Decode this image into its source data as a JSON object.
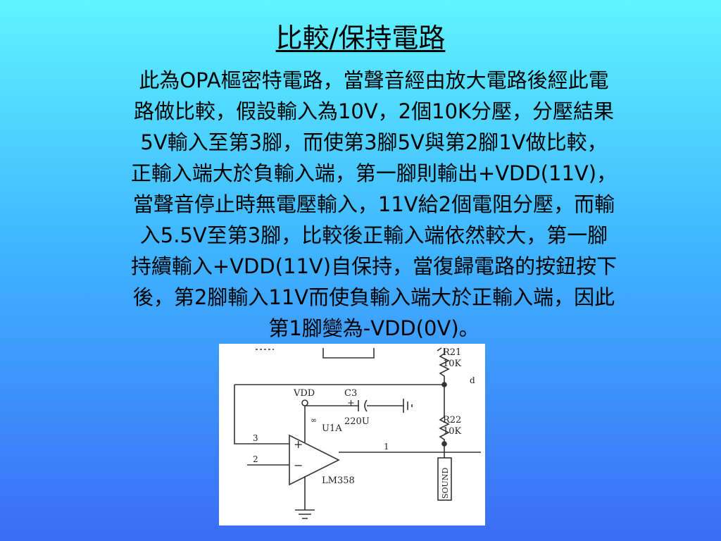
{
  "slide": {
    "title": "比較/保持電路",
    "body_lines": [
      "此為OPA樞密特電路，當聲音經由放大電路後經此電",
      "路做比較，假設輸入為10V，2個10K分壓，分壓結果",
      "5V輸入至第3腳，而使第3腳5V與第2腳1V做比較，",
      "正輸入端大於負輸入端，第一腳則輸出+VDD(11V)，",
      "當聲音停止時無電壓輸入，11V給2個電阻分壓，而輸",
      "入5.5V至第3腳，比較後正輸入端依然較大，第一腳",
      "持續輸入+VDD(11V)自保持，當復歸電路的按鈕按下",
      "後，第2腳輸入11V而使負輸入端大於正輸入端，因此",
      "第1腳變為-VDD(0V)。"
    ]
  },
  "circuit": {
    "r21_name": "R21",
    "r21_value": "10K",
    "r22_name": "R22",
    "r22_value": "10K",
    "vdd_label": "VDD",
    "cap_name": "C3",
    "cap_plus": "+",
    "cap_value": "220U",
    "opamp_name": "U1A",
    "opamp_part": "LM358",
    "pin3": "3",
    "pin2": "2",
    "pin1": "1",
    "plus_sign": "+",
    "minus_sign": "−",
    "inf_mark": "∞",
    "sound_label": "SOUND",
    "side_mark": "d"
  }
}
